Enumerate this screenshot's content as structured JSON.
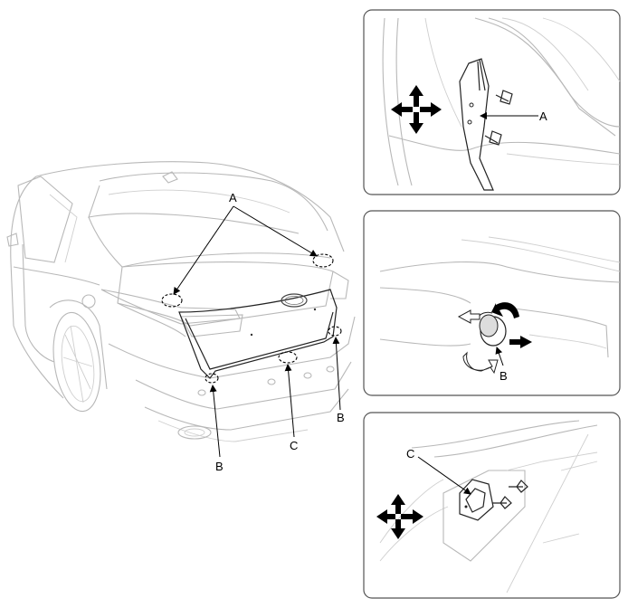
{
  "labels": {
    "main_a": "A",
    "main_b_left": "B",
    "main_b_right": "B",
    "main_c": "C",
    "panel1_a": "A",
    "panel2_b": "B",
    "panel3_c": "C"
  },
  "icons": [
    "four-way-arrow-icon",
    "rotate-arrow-icon",
    "screw-icon",
    "clip-icon"
  ],
  "colors": {
    "line": "#b8b8b8",
    "dark": "#222222",
    "border": "#555555"
  }
}
